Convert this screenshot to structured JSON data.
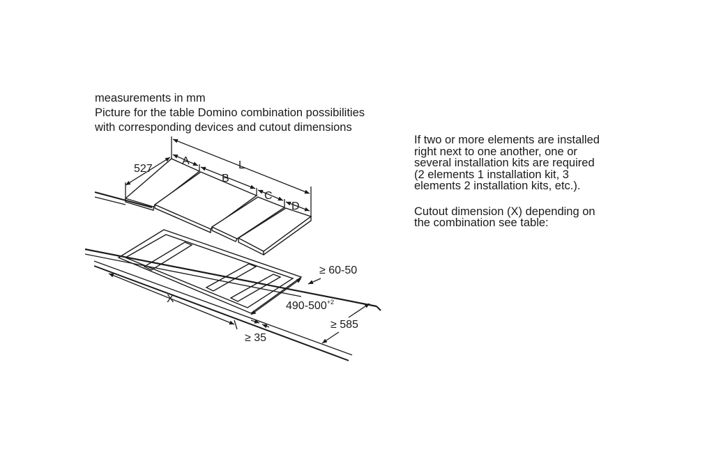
{
  "caption": {
    "line1": "measurements in mm",
    "line2": "Picture for the table Domino combination possibilities",
    "line3": "with corresponding devices and cutout dimensions"
  },
  "note": {
    "p1_l1": "If two or more elements are installed",
    "p1_l2": "right next to one another, one or",
    "p1_l3": "several installation kits are required",
    "p1_l4": "(2 elements 1 installation kit, 3",
    "p1_l5": "elements 2 installation kits, etc.).",
    "p2_l1": "Cutout dimension (X) depending on",
    "p2_l2": "the combination see table:"
  },
  "diagram": {
    "depth_label": "527",
    "a_label": "A",
    "b_label": "B",
    "c_label": "C",
    "d_label": "D",
    "l_label": "L",
    "x_label": "X",
    "front_gap_label": "≥ 60-50",
    "cut_depth_label": "490-500",
    "cut_depth_tolerance": "+2",
    "worktop_depth_label": "≥ 585",
    "rear_gap_label": "≥ 35"
  }
}
